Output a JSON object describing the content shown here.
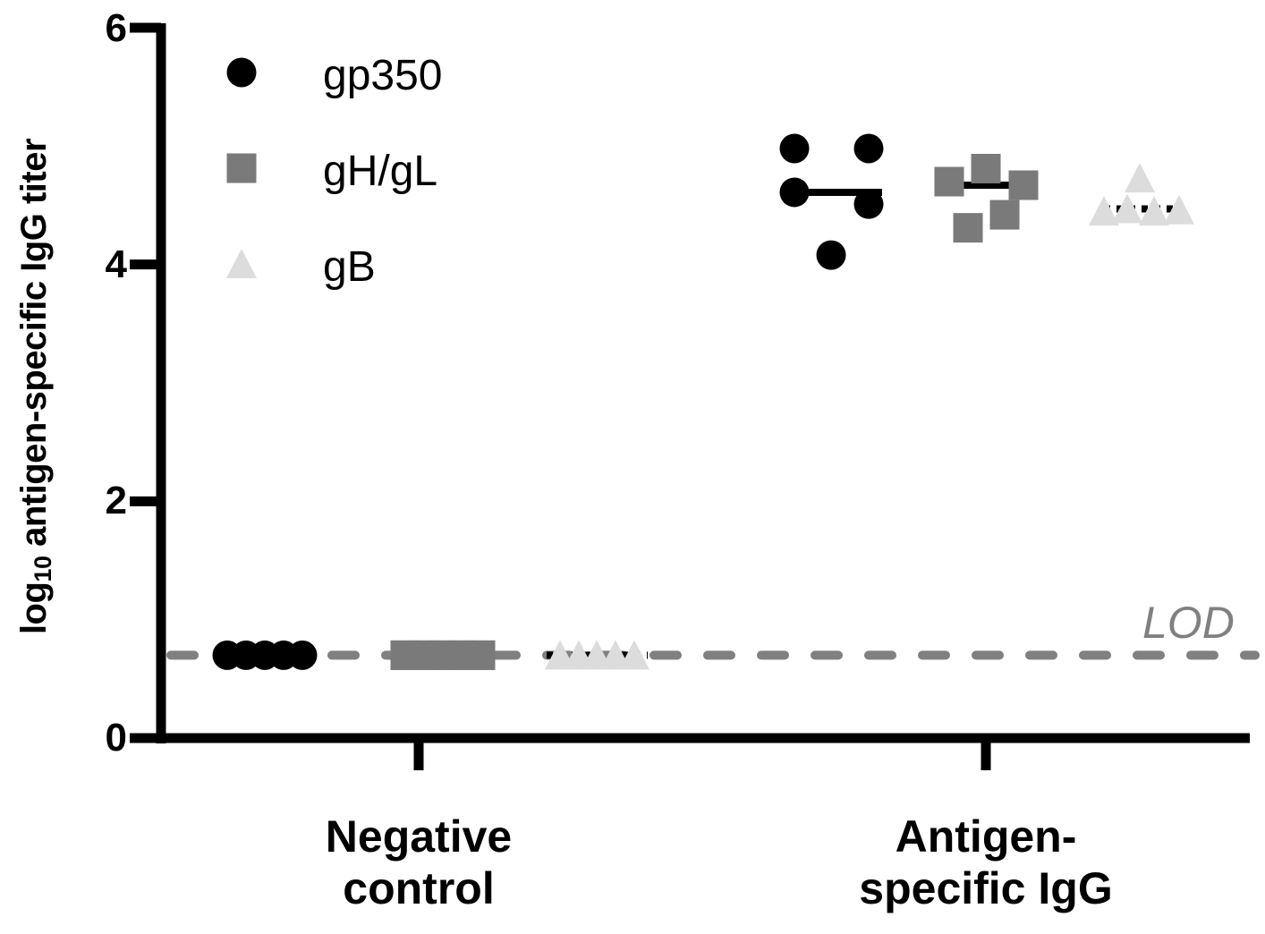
{
  "chart_data": {
    "type": "scatter",
    "title": "",
    "xlabel": "",
    "ylabel": "log10 antigen-specific IgG titer",
    "ylabel_parts": {
      "prefix": "log",
      "subscript": "10",
      "rest": " antigen-specific IgG titer"
    },
    "ylim": [
      0,
      6
    ],
    "yticks": [
      0,
      2,
      4,
      6
    ],
    "categories": [
      "Negative control",
      "Antigen-specific IgG"
    ],
    "category_lines": [
      [
        "Negative",
        "control"
      ],
      [
        "Antigen-",
        "specific IgG"
      ]
    ],
    "legend_position": "upper left",
    "grid": false,
    "series": [
      {
        "name": "gp350",
        "marker": "circle",
        "color": "#000000",
        "median_line_style": "solid",
        "values": {
          "Negative control": [
            0.7,
            0.7,
            0.7,
            0.7,
            0.7
          ],
          "Antigen-specific IgG": [
            4.98,
            4.98,
            4.61,
            4.51,
            4.08
          ]
        },
        "median": {
          "Negative control": 0.7,
          "Antigen-specific IgG": 4.61
        }
      },
      {
        "name": "gH/gL",
        "marker": "square",
        "color": "#7a7a7a",
        "median_line_style": "solid",
        "values": {
          "Negative control": [
            0.7,
            0.7,
            0.7,
            0.7,
            0.7
          ],
          "Antigen-specific IgG": [
            4.7,
            4.81,
            4.67,
            4.42,
            4.31
          ]
        },
        "median": {
          "Negative control": 0.7,
          "Antigen-specific IgG": 4.67
        }
      },
      {
        "name": "gB",
        "marker": "triangle",
        "color": "#dcdcdc",
        "median_line_style": "dotted",
        "values": {
          "Negative control": [
            0.7,
            0.7,
            0.7,
            0.7,
            0.7
          ],
          "Antigen-specific IgG": [
            4.73,
            4.45,
            4.47,
            4.45,
            4.46
          ]
        },
        "median": {
          "Negative control": 0.7,
          "Antigen-specific IgG": 4.47
        }
      }
    ],
    "annotations": [
      {
        "text": "LOD",
        "type": "horizontal-dashed-line",
        "y": 0.7,
        "color": "#808080"
      }
    ]
  }
}
